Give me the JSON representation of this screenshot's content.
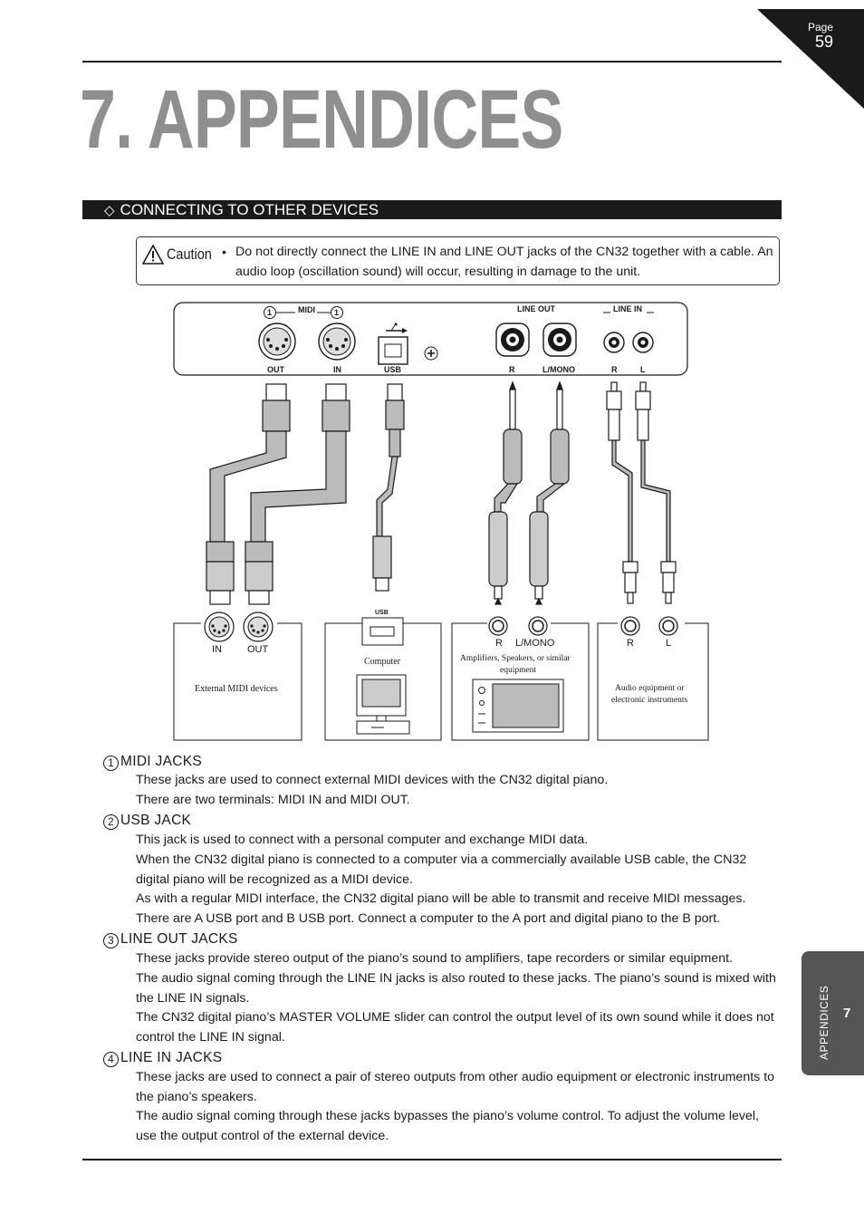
{
  "page": {
    "label": "Page",
    "number": "59"
  },
  "title": "7. APPENDICES",
  "section": {
    "heading": "CONNECTING TO OTHER DEVICES"
  },
  "caution": {
    "label": "Caution",
    "bullet": "•",
    "text": "Do not directly connect the LINE IN and LINE OUT jacks of the CN32 together with a cable. An audio loop (oscillation sound) will occur, resulting in damage to the unit."
  },
  "diagram": {
    "panel": {
      "midi": "MIDI",
      "midi_out": "OUT",
      "midi_in": "IN",
      "usb": "USB",
      "line_out": "LINE OUT",
      "line_out_r": "R",
      "line_out_lmono": "L/MONO",
      "line_in": "LINE IN",
      "line_in_r": "R",
      "line_in_l": "L"
    },
    "devices": {
      "midi_in": "IN",
      "midi_out": "OUT",
      "midi_caption": "External MIDI devices",
      "computer_usb": "USB",
      "computer_caption": "Computer",
      "amp_r": "R",
      "amp_lmono": "L/MONO",
      "amp_caption_1": "Amplifiers, Speakers, or similar",
      "amp_caption_2": "equipment",
      "audio_r": "R",
      "audio_l": "L",
      "audio_caption_1": "Audio equipment or",
      "audio_caption_2": "electronic instruments"
    }
  },
  "jacks": [
    {
      "num": "1",
      "title": "MIDI JACKS",
      "lines": [
        "These jacks are used to connect external MIDI devices with the CN32 digital piano.",
        "There are two terminals: MIDI IN and MIDI OUT."
      ]
    },
    {
      "num": "2",
      "title": "USB JACK",
      "lines": [
        "This jack is used to connect with a personal computer and exchange MIDI data.",
        "When the CN32 digital piano is connected to a computer via a commercially available USB cable, the CN32 digital piano will be recognized as a MIDI device.",
        "As with a regular MIDI interface, the CN32 digital piano will be able to transmit and receive MIDI messages.",
        "There are A USB port and B USB port. Connect a computer to the A port and digital piano to the B port."
      ]
    },
    {
      "num": "3",
      "title": "LINE OUT JACKS",
      "lines": [
        "These jacks provide stereo output of the piano’s sound to amplifiers, tape recorders or similar equipment.",
        "The audio signal coming through the LINE IN jacks is also routed to these jacks. The piano’s sound is mixed with the LINE IN signals.",
        "The CN32 digital piano’s MASTER VOLUME slider can control the output level of its own sound while it does not control the LINE IN signal."
      ]
    },
    {
      "num": "4",
      "title": "LINE IN JACKS",
      "lines": [
        "These jacks are used to connect a pair of stereo outputs from other audio equipment or electronic instruments to the piano’s speakers.",
        "The audio signal coming through these jacks bypasses the piano’s volume control. To adjust the volume level, use the output control of the external device."
      ]
    }
  ],
  "side_tab": {
    "label": "APPENDICES",
    "number": "7"
  }
}
